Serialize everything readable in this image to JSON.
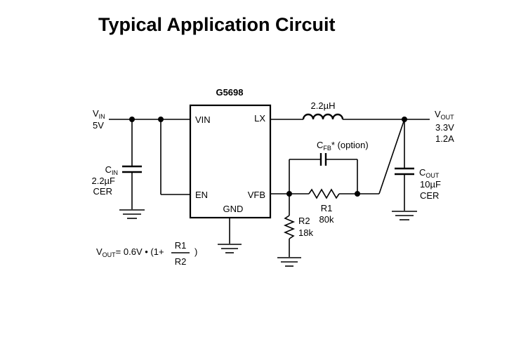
{
  "title": "Typical Application Circuit",
  "chip": {
    "name": "G5698",
    "pins": {
      "vin": "VIN",
      "lx": "LX",
      "en": "EN",
      "vfb": "VFB",
      "gnd": "GND"
    }
  },
  "input": {
    "label_main": "V",
    "label_sub": "IN",
    "voltage": "5V"
  },
  "cin": {
    "label_main": "C",
    "label_sub": "IN",
    "value": "2.2µF",
    "type": "CER"
  },
  "inductor": {
    "value": "2.2µH"
  },
  "output": {
    "label_main": "V",
    "label_sub": "OUT",
    "voltage": "3.3V",
    "current": "1.2A"
  },
  "cout": {
    "label_main": "C",
    "label_sub": "OUT",
    "value": "10µF",
    "type": "CER"
  },
  "cfb": {
    "label_main": "C",
    "label_sub": "FB",
    "suffix": "* (option)"
  },
  "r1": {
    "name": "R1",
    "value": "80k"
  },
  "r2": {
    "name": "R2",
    "value": "18k"
  },
  "formula": {
    "lhs_main": "V",
    "lhs_sub": "OUT",
    "middle": "= 0.6V • (1+",
    "numerator": "R1",
    "denominator": "R2",
    "close": ")"
  }
}
